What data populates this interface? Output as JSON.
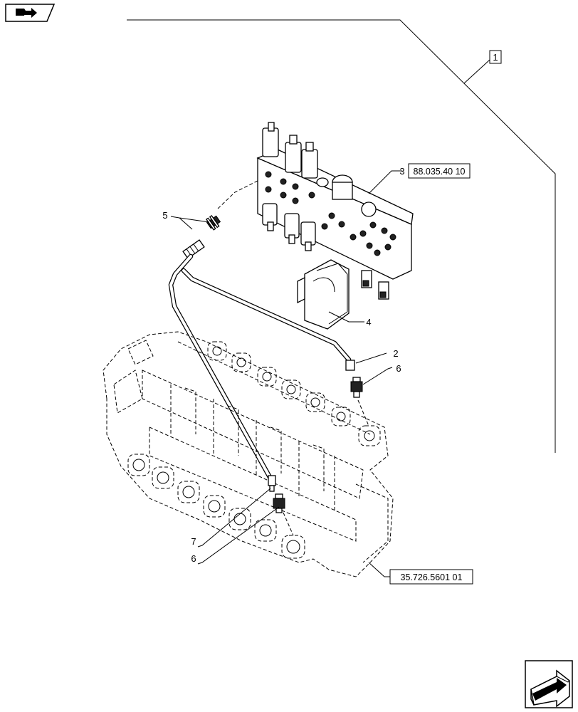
{
  "diagram": {
    "callouts": [
      {
        "id": "callout-1",
        "number": "1"
      },
      {
        "id": "callout-2",
        "number": "2"
      },
      {
        "id": "callout-3",
        "number": "3"
      },
      {
        "id": "callout-4",
        "number": "4"
      },
      {
        "id": "callout-5",
        "number": "5"
      },
      {
        "id": "callout-6a",
        "number": "6"
      },
      {
        "id": "callout-6b",
        "number": "6"
      },
      {
        "id": "callout-7",
        "number": "7"
      }
    ],
    "references": [
      {
        "id": "ref-88",
        "label": "88.035.40 10"
      },
      {
        "id": "ref-35",
        "label": "35.726.5601 01"
      }
    ]
  },
  "nav": {
    "top_left_icon": "book-arrow-icon",
    "bottom_right_icon": "next-page-arrow-icon"
  }
}
